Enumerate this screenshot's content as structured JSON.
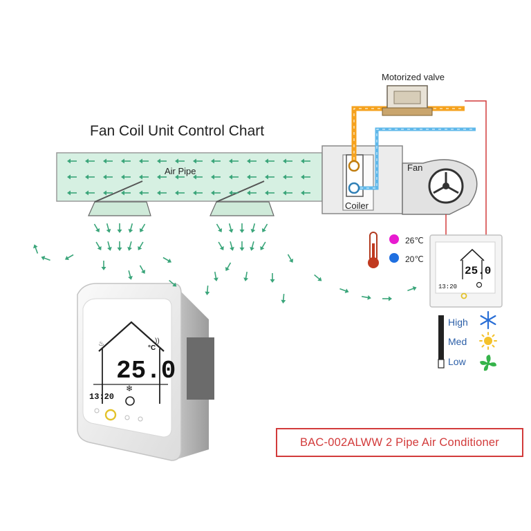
{
  "title": "Fan Coil Unit Control Chart",
  "labels": {
    "motorized_valve": "Motorized valve",
    "air_pipe": "Air Pipe",
    "fan": "Fan",
    "coiler": "Coiler"
  },
  "temperature_legend": {
    "hot": "26℃",
    "cold": "20℃"
  },
  "fan_speeds": [
    "High",
    "Med",
    "Low"
  ],
  "thermostat_display": {
    "temperature": "25.0",
    "unit": "°C",
    "clock": "13:20"
  },
  "model_label": "BAC-002ALWW 2 Pipe Air Conditioner",
  "icons": [
    "thermometer-icon",
    "snowflake-icon",
    "sun-icon",
    "fan-icon",
    "house-icon",
    "wifi-icon",
    "clock-icon"
  ],
  "colors": {
    "hot_pipe": "#f5a21e",
    "cold_pipe": "#5fb8ea",
    "wire": "#d23a3a",
    "arrows": "#3aa57a",
    "air_duct": "#d6f0e2",
    "hot_dot": "#e81ad0",
    "cold_dot": "#1f6fe0"
  }
}
